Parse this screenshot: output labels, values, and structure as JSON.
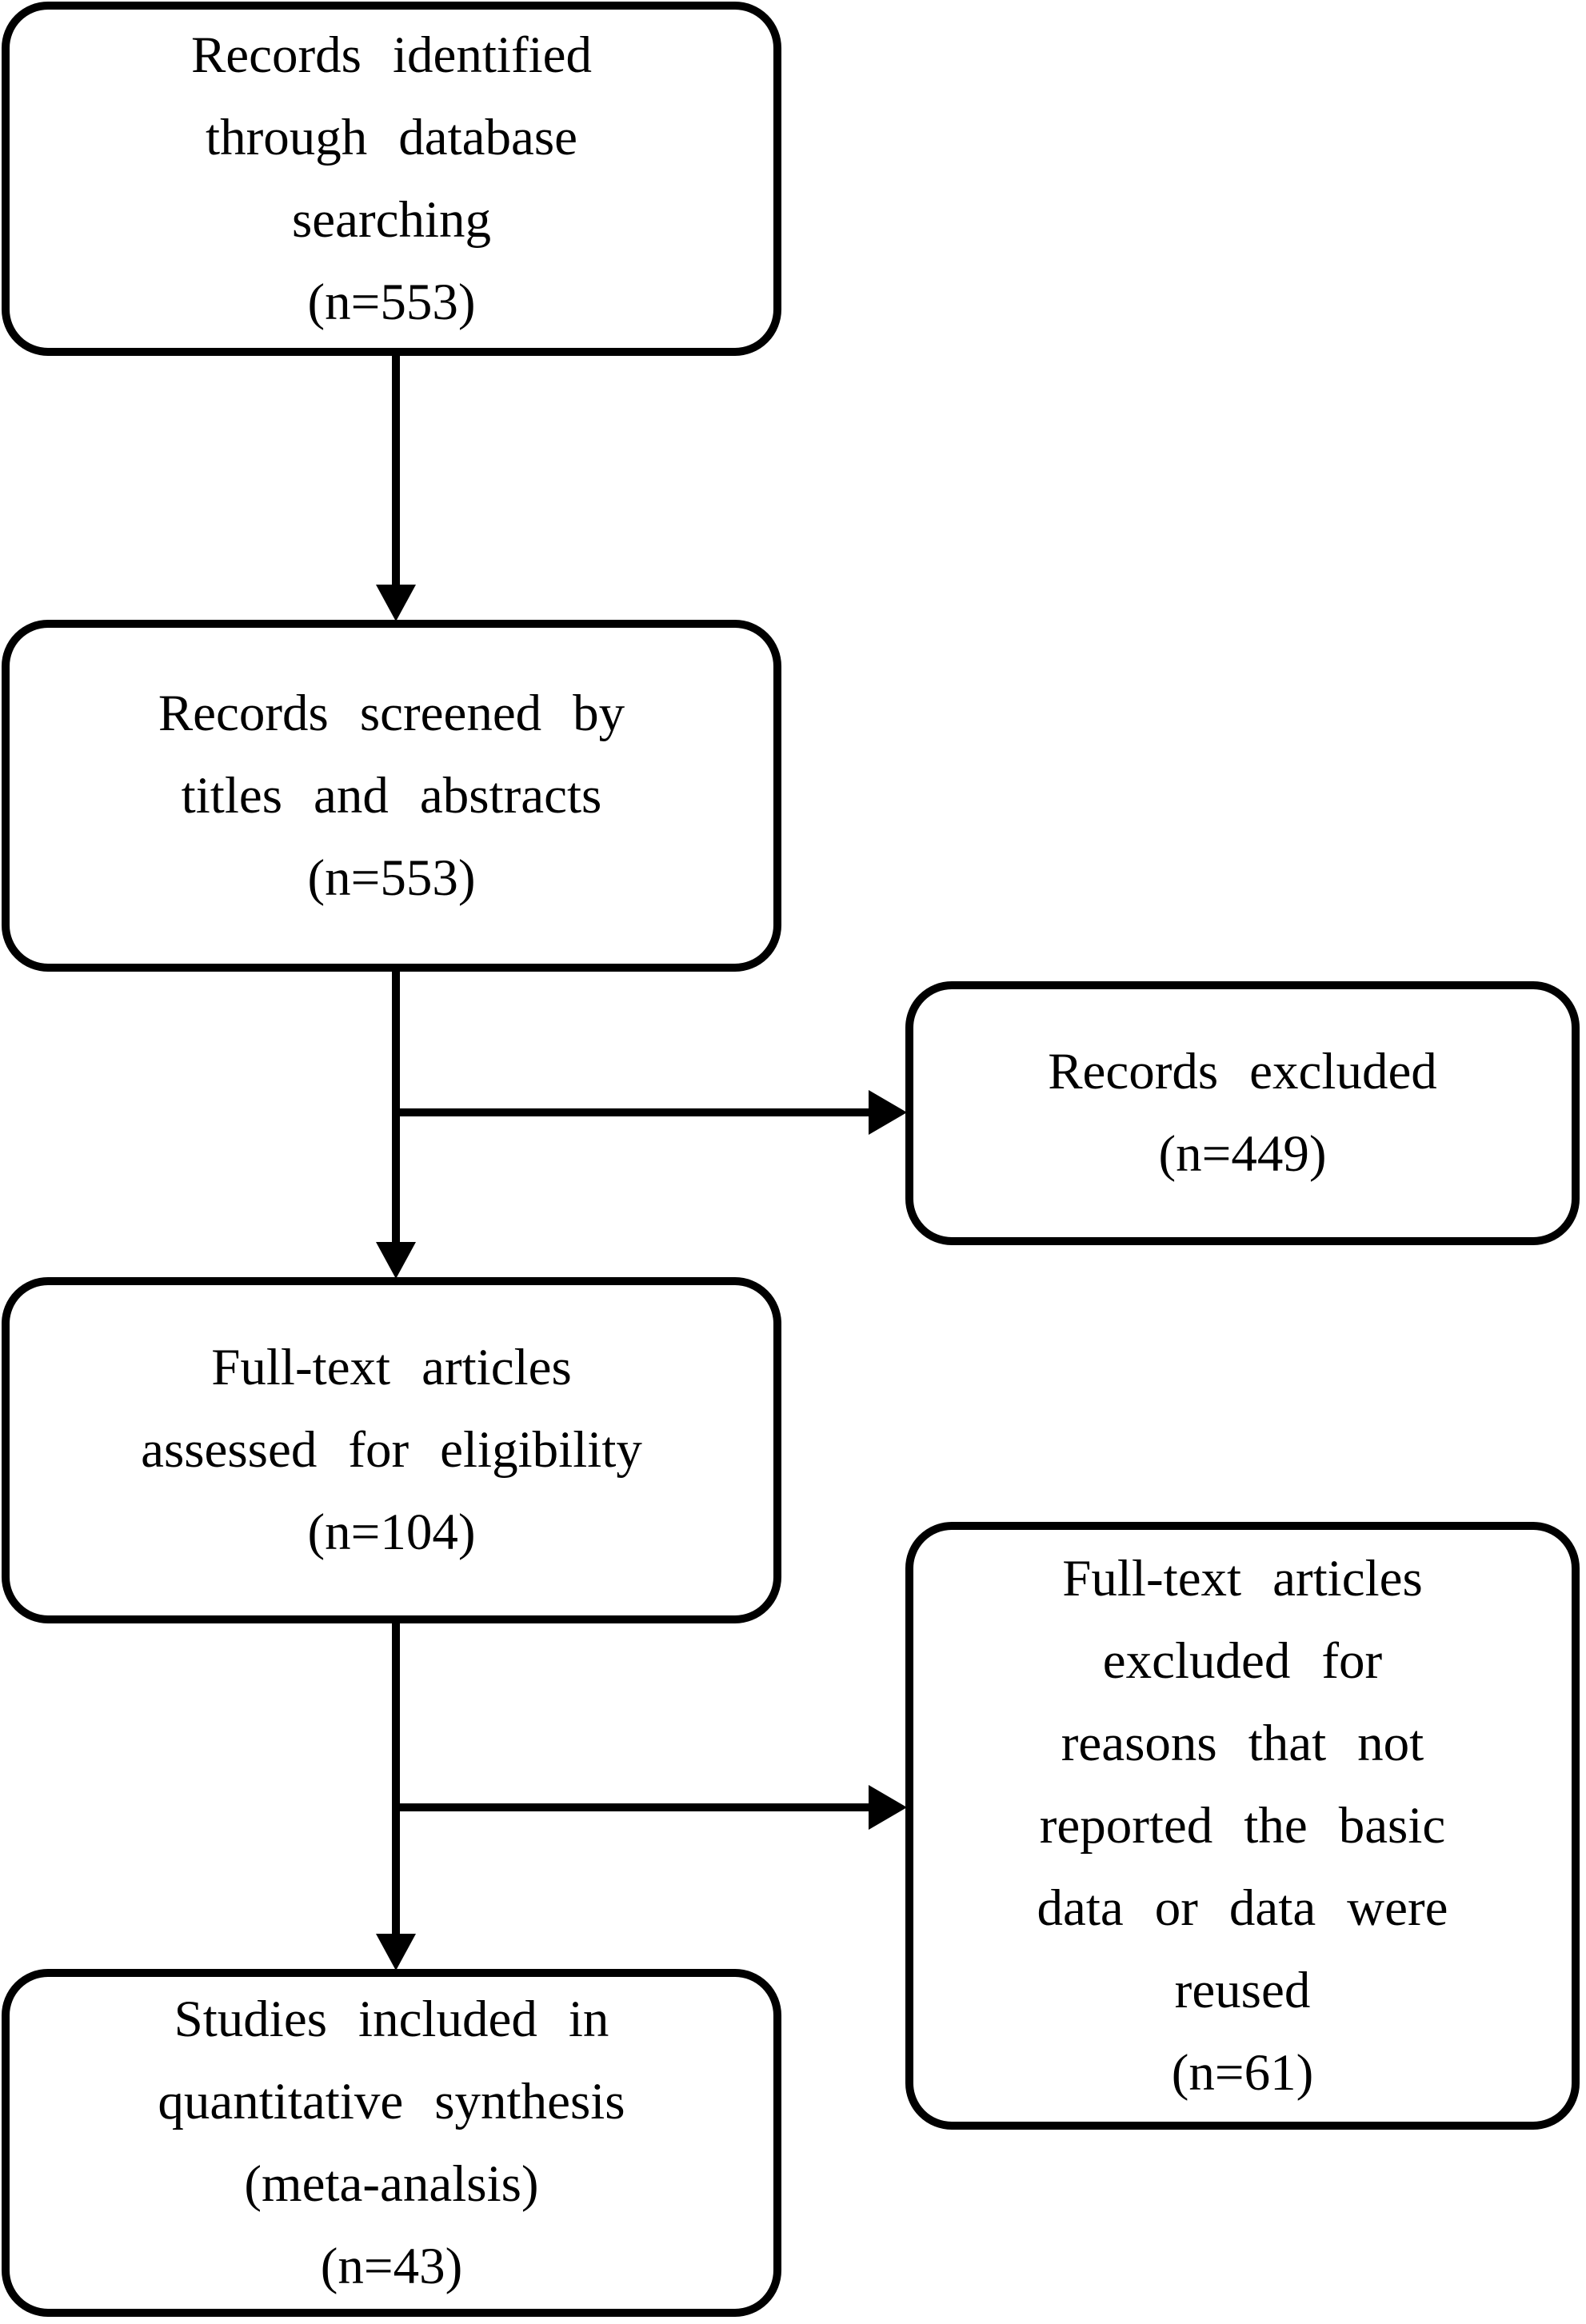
{
  "colors": {
    "background": "#ffffff",
    "stroke": "#000000",
    "text": "#000000"
  },
  "boxes": {
    "identified": {
      "lines": [
        "Records identified",
        "through database",
        "searching",
        "(n=553)"
      ]
    },
    "screened": {
      "lines": [
        "Records screened by",
        "titles and abstracts",
        "(n=553)"
      ]
    },
    "records_excluded": {
      "lines": [
        "Records excluded",
        "(n=449)"
      ]
    },
    "fulltext_assessed": {
      "lines": [
        "Full-text articles",
        "assessed for eligibility",
        "(n=104)"
      ]
    },
    "fulltext_excluded": {
      "lines": [
        "Full-text articles",
        "excluded for",
        "reasons that not",
        "reported the basic",
        "data or data were",
        "reused",
        "(n=61)"
      ]
    },
    "included": {
      "lines": [
        "Studies included in",
        "quantitative synthesis",
        "(meta-analsis)",
        "(n=43)"
      ]
    }
  },
  "connectors": [
    {
      "from": "identified",
      "to": "screened",
      "type": "arrow-down"
    },
    {
      "from": "screened",
      "to": "records_excluded",
      "type": "arrow-right"
    },
    {
      "from": "screened",
      "to": "fulltext_assessed",
      "type": "arrow-down"
    },
    {
      "from": "fulltext_assessed",
      "to": "fulltext_excluded",
      "type": "arrow-right"
    },
    {
      "from": "fulltext_assessed",
      "to": "included",
      "type": "arrow-down"
    }
  ]
}
